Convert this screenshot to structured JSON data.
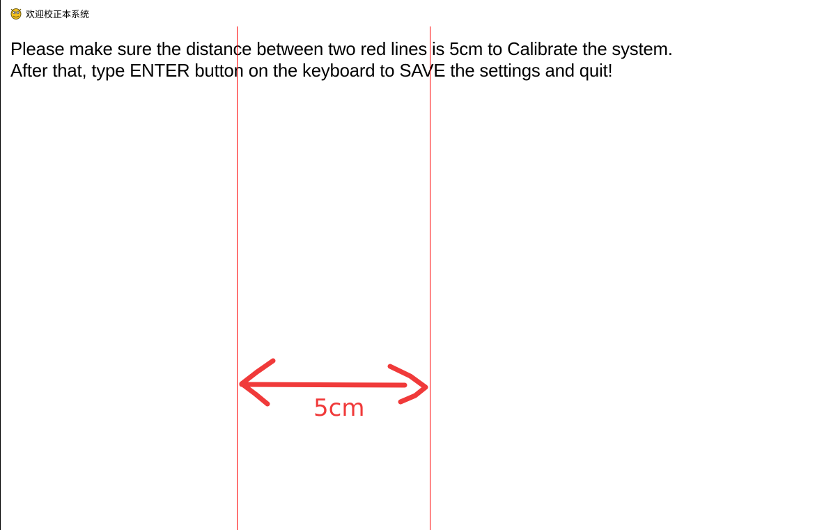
{
  "window": {
    "title": "欢迎校正本系统",
    "icon": "pygame-snake-icon"
  },
  "instructions": {
    "line1": "Please make sure the distance between two red lines is 5cm to Calibrate the system.",
    "line2": "After that, type ENTER button on the keyboard to SAVE the settings and quit!"
  },
  "calibration": {
    "line_color": "#ff0000",
    "annotation_color": "#f03a3a",
    "distance_label": "5cm",
    "arrow_icon": "double-headed-arrow-icon"
  }
}
